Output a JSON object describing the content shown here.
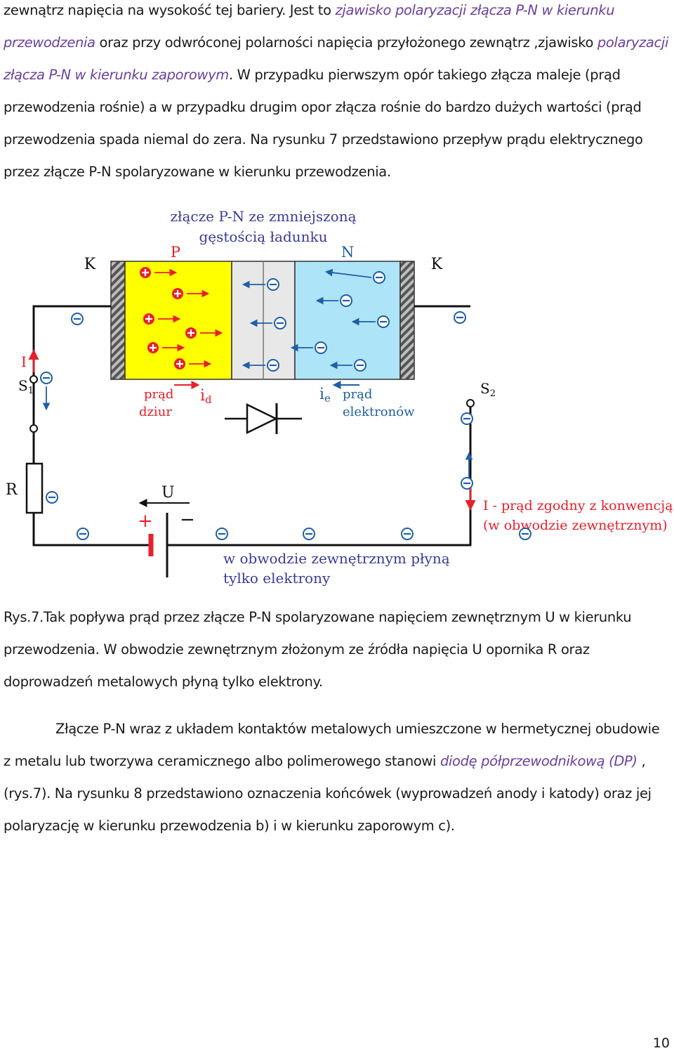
{
  "paragraph1": {
    "t1": "zewnątrz napięcia na wysokość tej bariery. Jest to ",
    "h1": "zjawisko polaryzacji złącza P-N w kierunku przewodzenia",
    "t2": " oraz przy odwróconej polarności napięcia przyłożonego zewnątrz ,zjawisko ",
    "h2": "polaryzacji złącza P-N w kierunku zaporowym",
    "t3": ". W przypadku pierwszym opór takiego złącza maleje (prąd przewodzenia rośnie) a w przypadku drugim opor złącza rośnie do bardzo dużych wartości (prąd przewodzenia spada niemal do zera. Na rysunku 7 przedstawiono przepływ prądu elektrycznego przez złącze P-N spolaryzowane w kierunku przewodzenia."
  },
  "figure": {
    "title_line1": "złącze P-N ze zmniejszoną",
    "title_line2": "gęstością ładunku",
    "label_p": "P",
    "label_n": "N",
    "label_k_left": "K",
    "label_k_right": "K",
    "label_i": "I",
    "label_s1": "S",
    "label_s1_sub": "1",
    "label_s2": "S",
    "label_s2_sub": "2",
    "label_r": "R",
    "label_u": "U",
    "label_plus": "+",
    "label_minus": "−",
    "hole_current_line1": "prąd",
    "hole_current_line2": "dziur",
    "i_d": "i",
    "i_d_sub": "d",
    "i_e": "i",
    "i_e_sub": "e",
    "electron_current_line1": "prąd",
    "electron_current_line2": "elektronów",
    "conv_line1": "I - prąd zgodny z konwencją",
    "conv_line2": "(w obwodzie zewnętrznym)",
    "ext_line1": "w obwodzie zewnętrznym płyną",
    "ext_line2": "tylko elektrony",
    "colors": {
      "p_region": "#ffff00",
      "n_region": "#aee4f7",
      "depletion": "#e8e8e8",
      "red": "#e8202a",
      "blue": "#1f5fa8",
      "purple_text": "#3a3a9a"
    }
  },
  "caption": {
    "text": "Rys.7.Tak popływa prąd przez złącze P-N spolaryzowane napięciem zewnętrznym U w kierunku przewodzenia. W obwodzie zewnętrznym złożonym ze źródła napięcia U opornika R oraz doprowadzeń metalowych płyną tylko elektrony."
  },
  "paragraph3": {
    "t1": "Złącze P-N wraz z układem kontaktów metalowych umieszczone w hermetycznej obudowie z metalu lub tworzywa ceramicznego albo polimerowego stanowi ",
    "h1": "diodę półprzewodnikową (DP)",
    "t2": " ,(rys.7). Na rysunku 8 przedstawiono oznaczenia końcówek (wyprowadzeń anody i katody) oraz jej polaryzację w kierunku przewodzenia b) i w kierunku zaporowym c)."
  },
  "page_number": "10"
}
